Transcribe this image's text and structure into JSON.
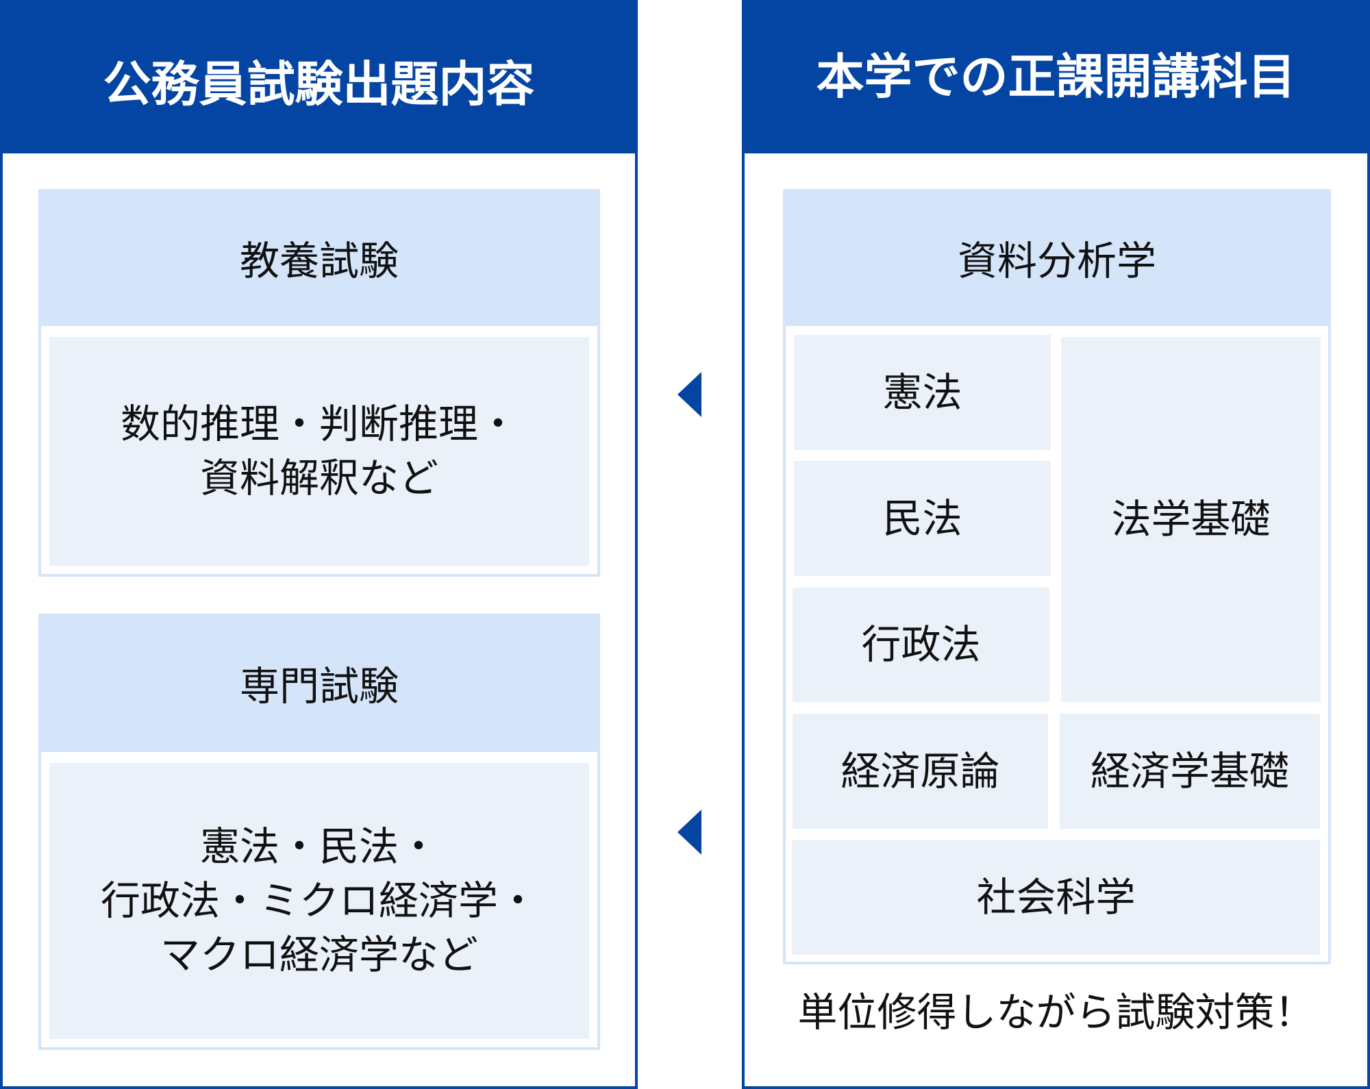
{
  "colors": {
    "primary_blue": "#0445A3",
    "band_light_blue": "#D4E5FA",
    "cell_fill": "#EBF1F9",
    "text": "#111111",
    "header_text": "#FFFFFF"
  },
  "left_panel": {
    "title": "公務員試験出題内容",
    "sections": [
      {
        "heading": "教養試験",
        "content_lines": [
          "数的推理・判断推理・",
          "資料解釈など"
        ]
      },
      {
        "heading": "専門試験",
        "content_lines": [
          "憲法・民法・",
          "行政法・ミクロ経済学・",
          "マクロ経済学など"
        ]
      }
    ]
  },
  "arrows": [
    {
      "icon": "triangle-left-icon",
      "direction": "left"
    },
    {
      "icon": "triangle-left-icon",
      "direction": "left"
    }
  ],
  "right_panel": {
    "title": "本学での正課開講科目",
    "heading": "資料分析学",
    "cells": {
      "kenpo": "憲法",
      "minpo": "民法",
      "gyoseiho": "行政法",
      "hogaku_kiso": "法学基礎",
      "keizai_genron": "経済原論",
      "keizaigaku_kiso": "経済学基礎",
      "shakai_kagaku": "社会科学"
    },
    "footer_note": "単位修得しながら試験対策！"
  }
}
